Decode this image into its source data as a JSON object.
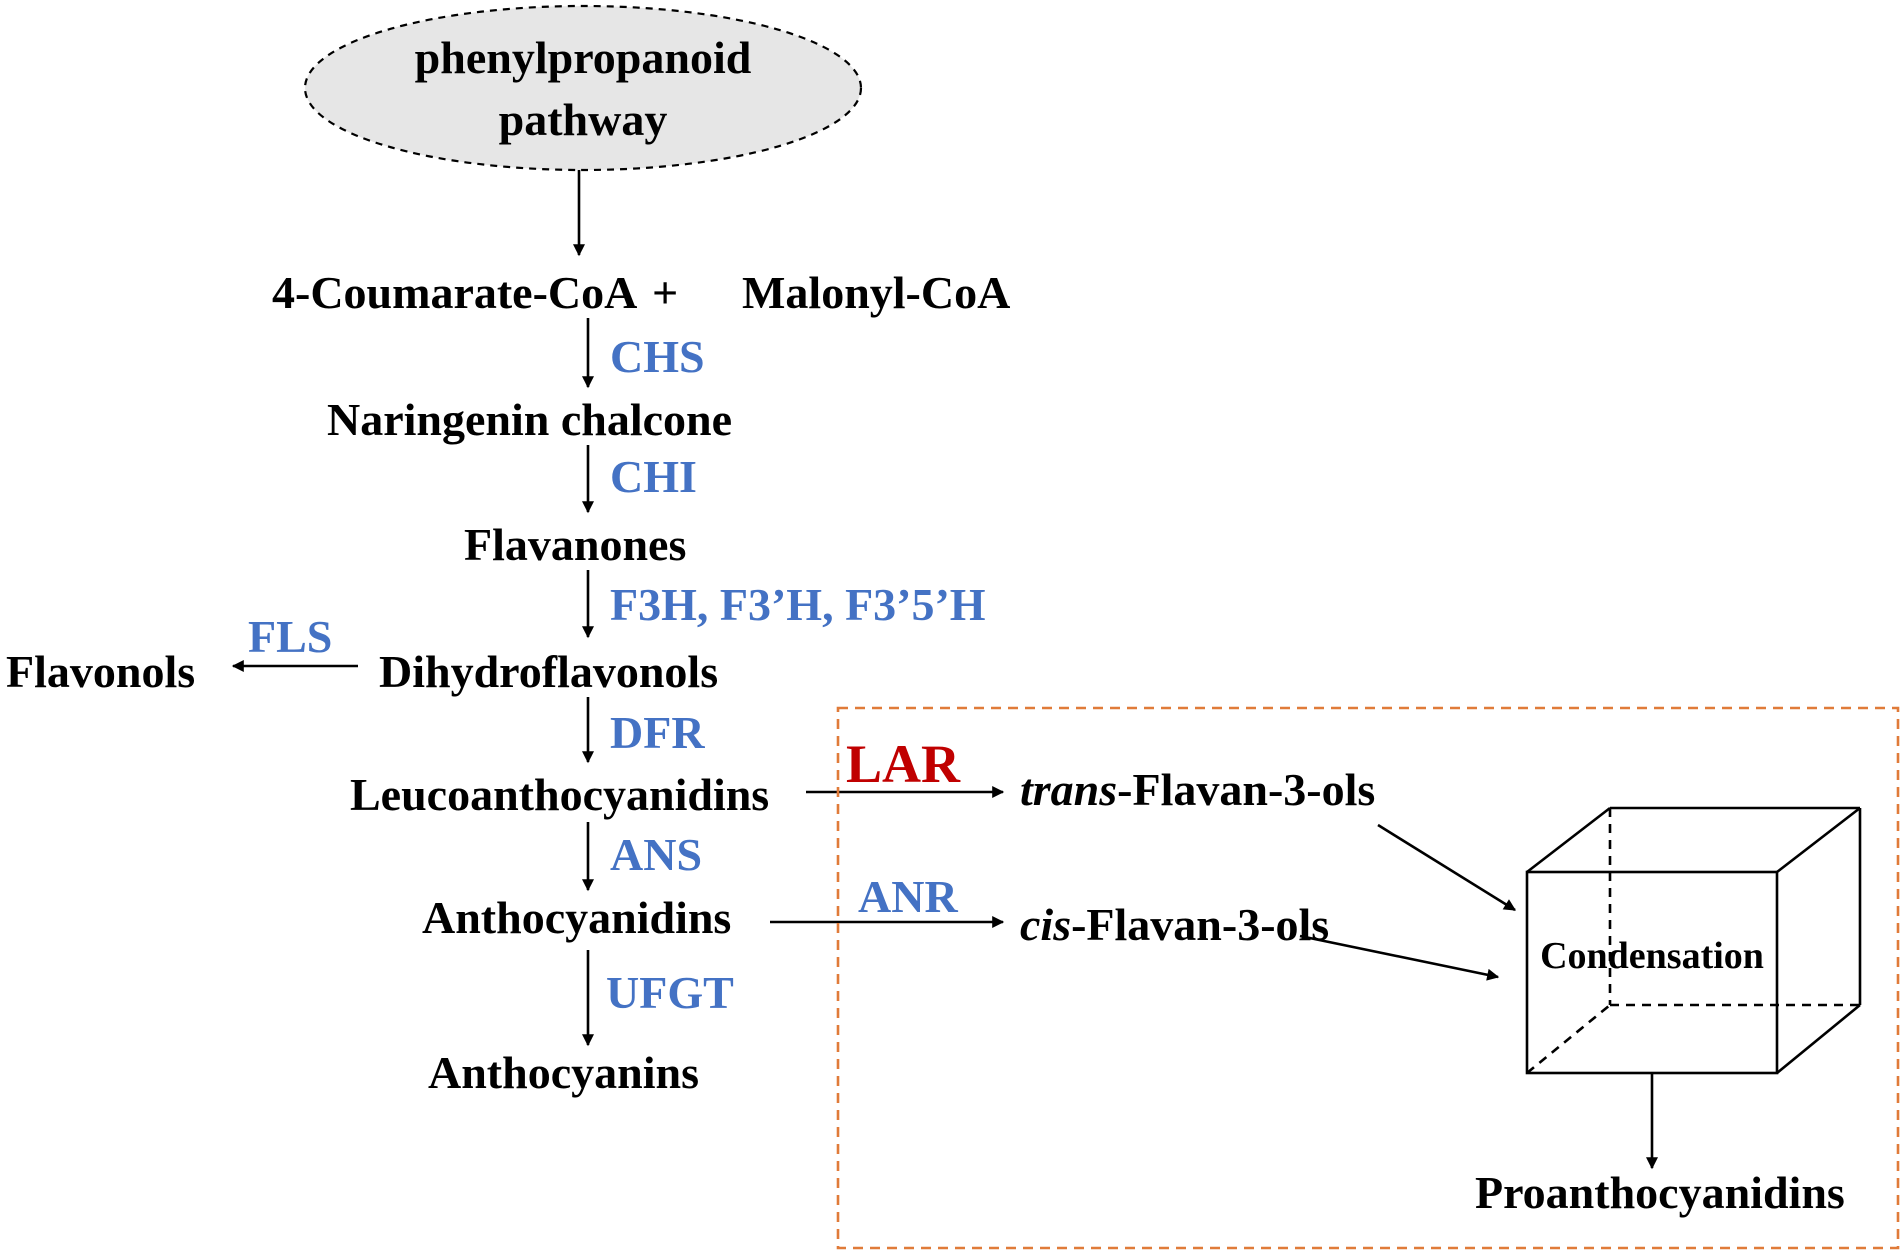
{
  "colors": {
    "enzyme": "#4472c4",
    "highlight": "#c00000",
    "box_border": "#e07b39",
    "text": "#000000"
  },
  "source": {
    "line1": "phenylpropanoid",
    "line2": "pathway"
  },
  "compounds": {
    "coumarate": "4-Coumarate-CoA",
    "plus": "+",
    "malonyl": "Malonyl-CoA",
    "naringenin": "Naringenin chalcone",
    "flavanones": "Flavanones",
    "dihydroflavonols": "Dihydroflavonols",
    "flavonols": "Flavonols",
    "leucoanthocyanidins": "Leucoanthocyanidins",
    "anthocyanidins": "Anthocyanidins",
    "anthocyanins": "Anthocyanins",
    "trans_prefix": "trans",
    "trans_rest": "-Flavan-3-ols",
    "cis_prefix": "cis",
    "cis_rest": "-Flavan-3-ols",
    "proanthocyanidins": "Proanthocyanidins"
  },
  "enzymes": {
    "chs": "CHS",
    "chi": "CHI",
    "f3h": "F3H, F3’H, F3’5’H",
    "fls": "FLS",
    "dfr": "DFR",
    "ans": "ANS",
    "ufgt": "UFGT",
    "lar": "LAR",
    "anr": "ANR"
  },
  "condensation_label": "Condensation"
}
